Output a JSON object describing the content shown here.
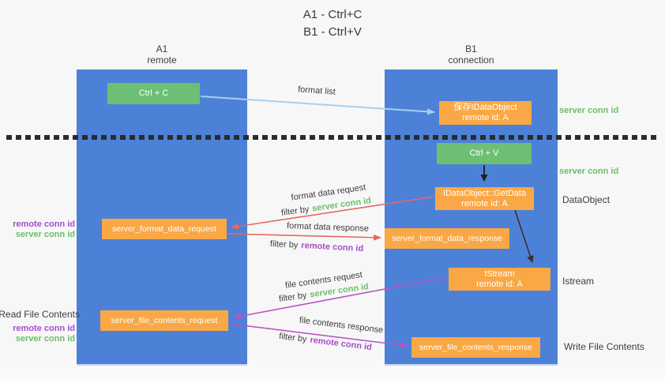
{
  "title": {
    "line1": "A1 - Ctrl+C",
    "line2": "B1 - Ctrl+V"
  },
  "columns": {
    "left": {
      "line1": "A1",
      "line2": "remote"
    },
    "right": {
      "line1": "B1",
      "line2": "connection"
    }
  },
  "nodes": {
    "ctrl_c": {
      "label": "Ctrl + C"
    },
    "ctrl_v": {
      "label": "Ctrl + V"
    },
    "save_idataobject": {
      "line1": "保存IDataObject",
      "line2": "remote id: A"
    },
    "getdata": {
      "line1": "IDataObject::GetData",
      "line2": "remote id: A"
    },
    "istream": {
      "line1": "IStream",
      "line2": "remote id: A"
    },
    "format_request": {
      "label": "server_format_data_request"
    },
    "format_response": {
      "label": "server_format_data_response"
    },
    "file_request": {
      "label": "server_file_contents_request"
    },
    "file_response": {
      "label": "server_file_contents_response"
    }
  },
  "right_labels": {
    "server_conn_top": "server conn id",
    "server_conn_mid": "server conn id",
    "dataobject": "DataObject",
    "istream": "Istream",
    "write_file": "Write File Contents"
  },
  "left_labels": {
    "format_row": {
      "remote": "remote conn id",
      "server": "server conn id"
    },
    "read_file": "Read File Contents",
    "file_row": {
      "remote": "remote conn id",
      "server": "server conn id"
    }
  },
  "arrows": {
    "format_list": {
      "label": "format list"
    },
    "format_data_request": {
      "label": "format data request",
      "filter_prefix": "filter by",
      "filter_key": "server conn id"
    },
    "format_data_response": {
      "label": "format data response",
      "filter_prefix": "filter by",
      "filter_key": "remote conn id"
    },
    "file_contents_request": {
      "label": "file contents request",
      "filter_prefix": "filter by",
      "filter_key": "server conn id"
    },
    "file_contents_response": {
      "label": "file contents response",
      "filter_prefix": "filter by",
      "filter_key": "remote conn id"
    }
  },
  "colors": {
    "panel_blue": "#4d81d7",
    "node_green": "#6cbf73",
    "node_orange": "#f9a845",
    "arrow_blue": "#a7cfef",
    "arrow_red": "#e6695e",
    "arrow_magenta": "#bb53c3",
    "arrow_black": "#1f1f1f",
    "text_green": "#6abf69",
    "text_purple": "#a64ec9",
    "text_dark": "#3d3d3d",
    "background": "#f7f7f8"
  }
}
